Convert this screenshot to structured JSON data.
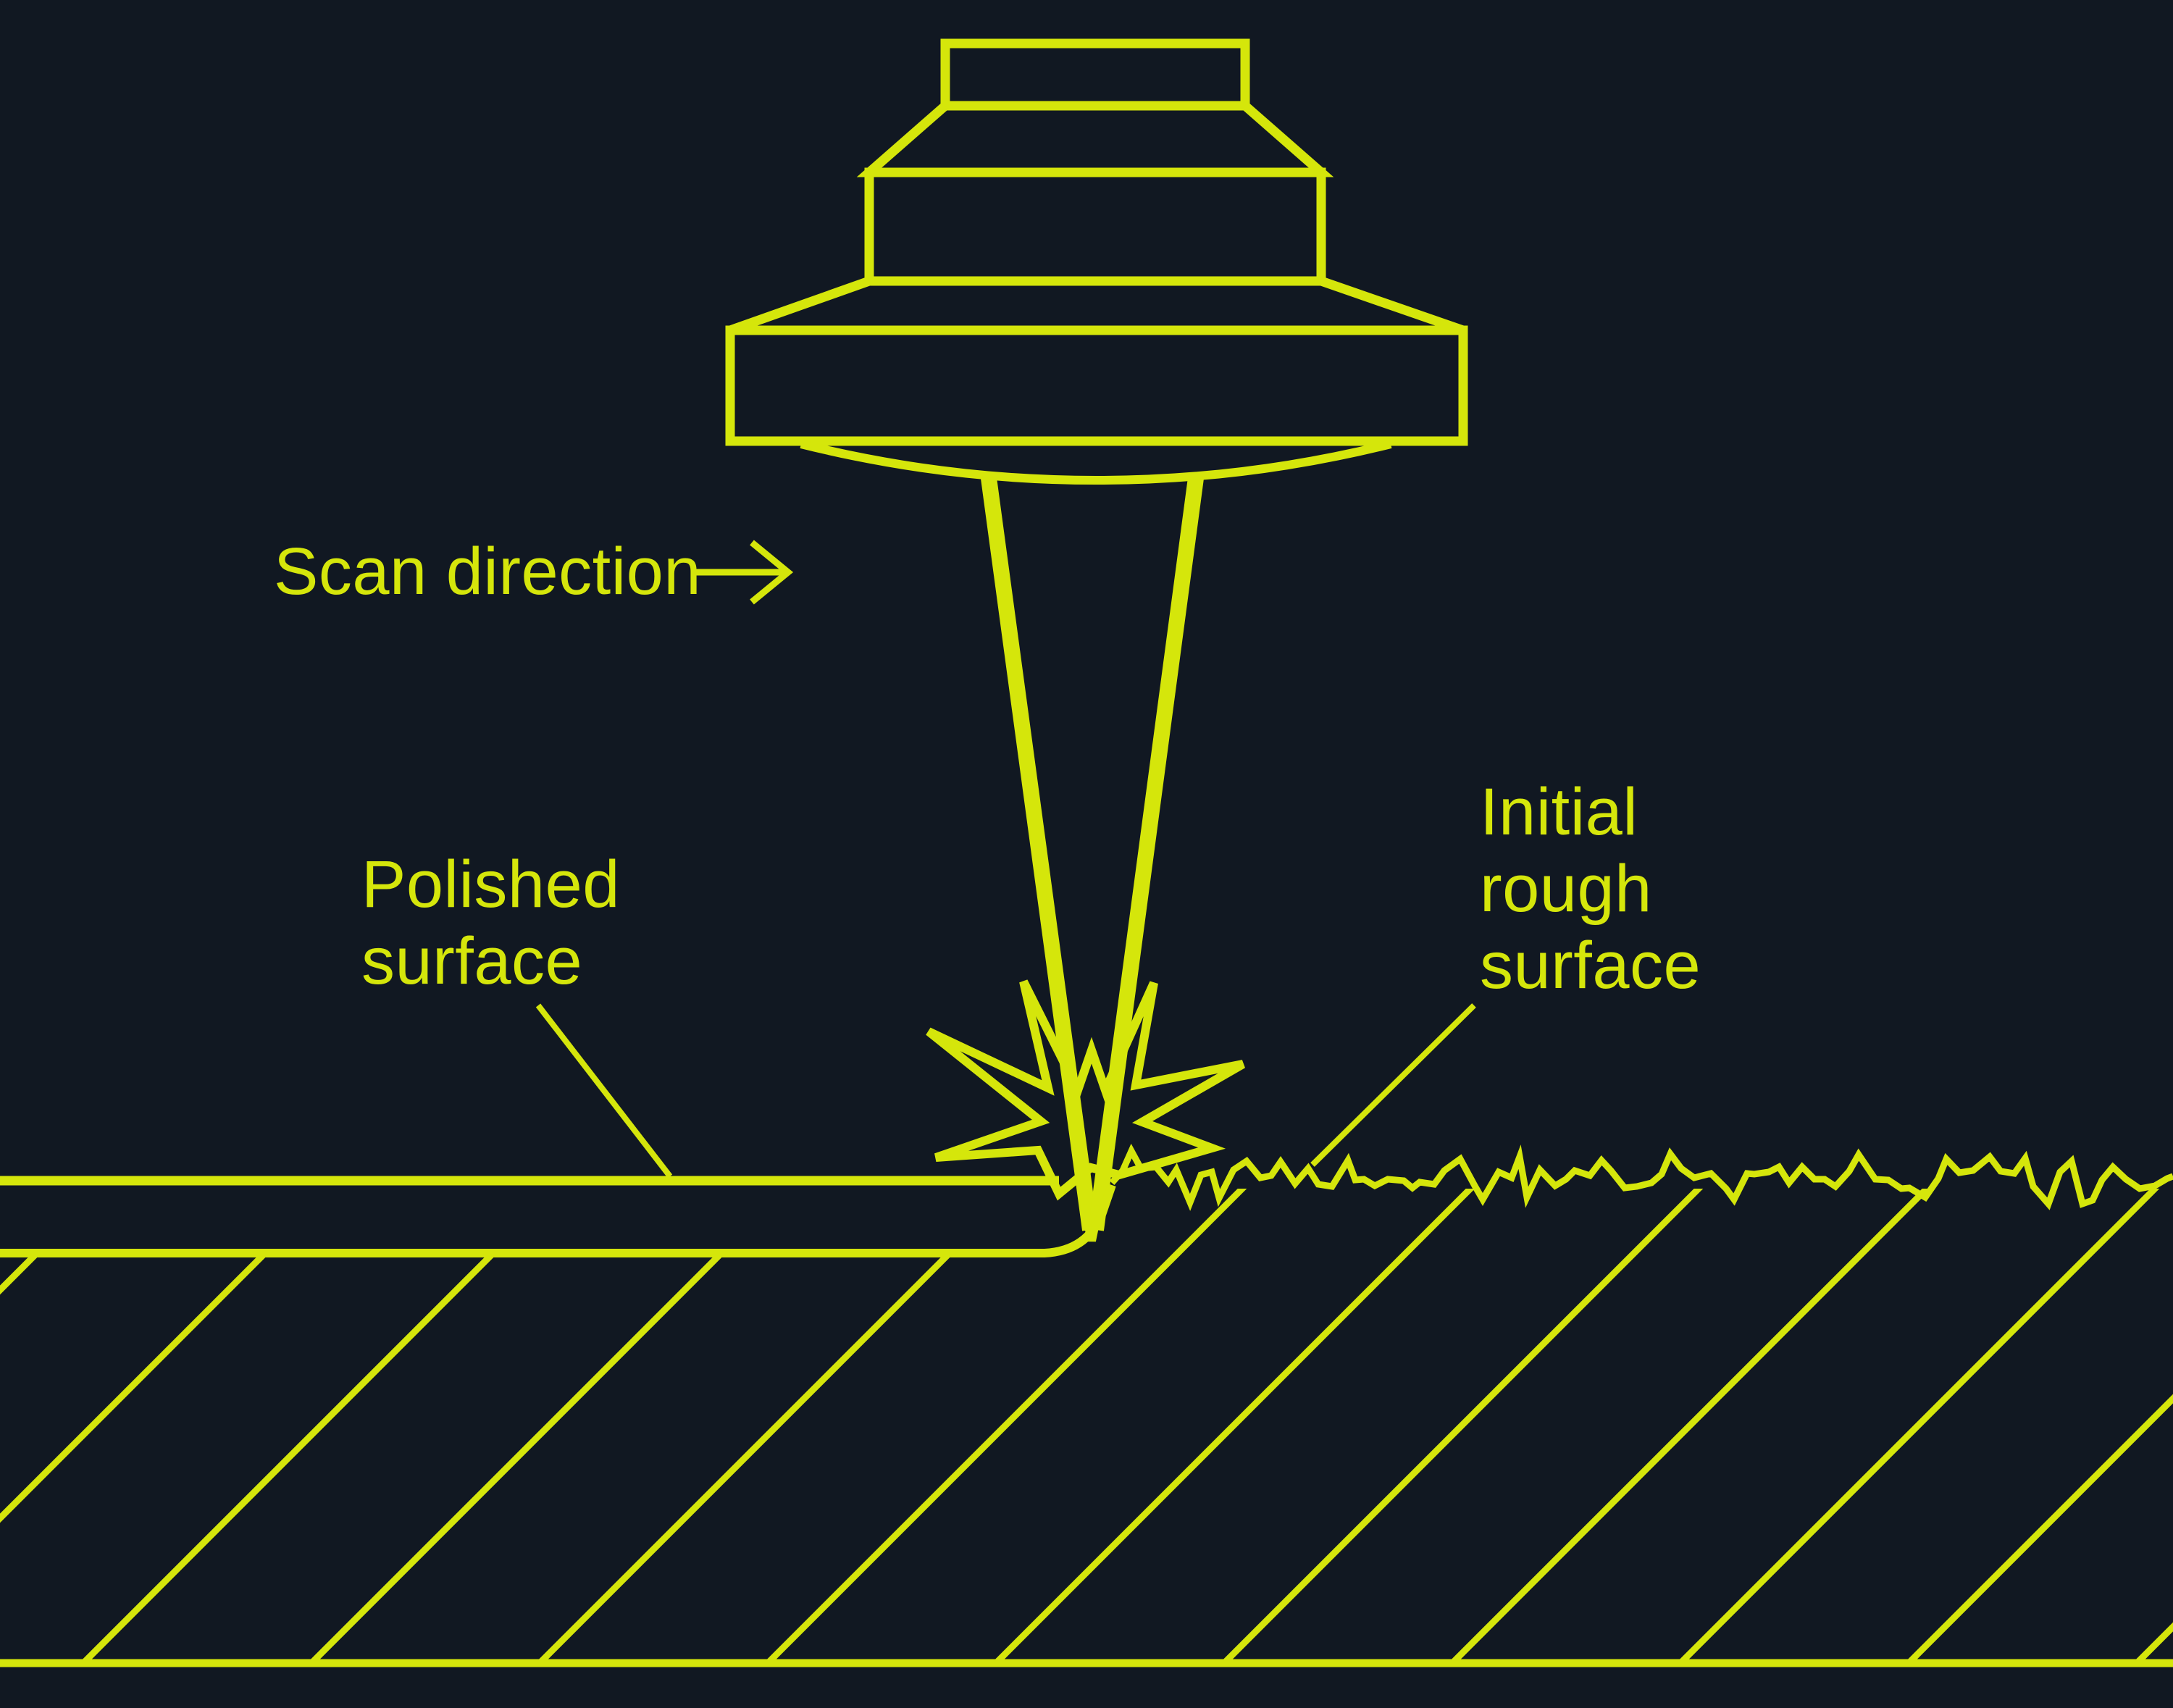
{
  "colors": {
    "background": "#111822",
    "line": "#d5e60b"
  },
  "labels": {
    "scan_direction": "Scan direction",
    "polished_surface": "Polished\nsurface",
    "initial_rough_surface": "Initial\nrough\nsurface"
  },
  "icons": {
    "scan_direction_arrow": "right-arrow-icon"
  }
}
